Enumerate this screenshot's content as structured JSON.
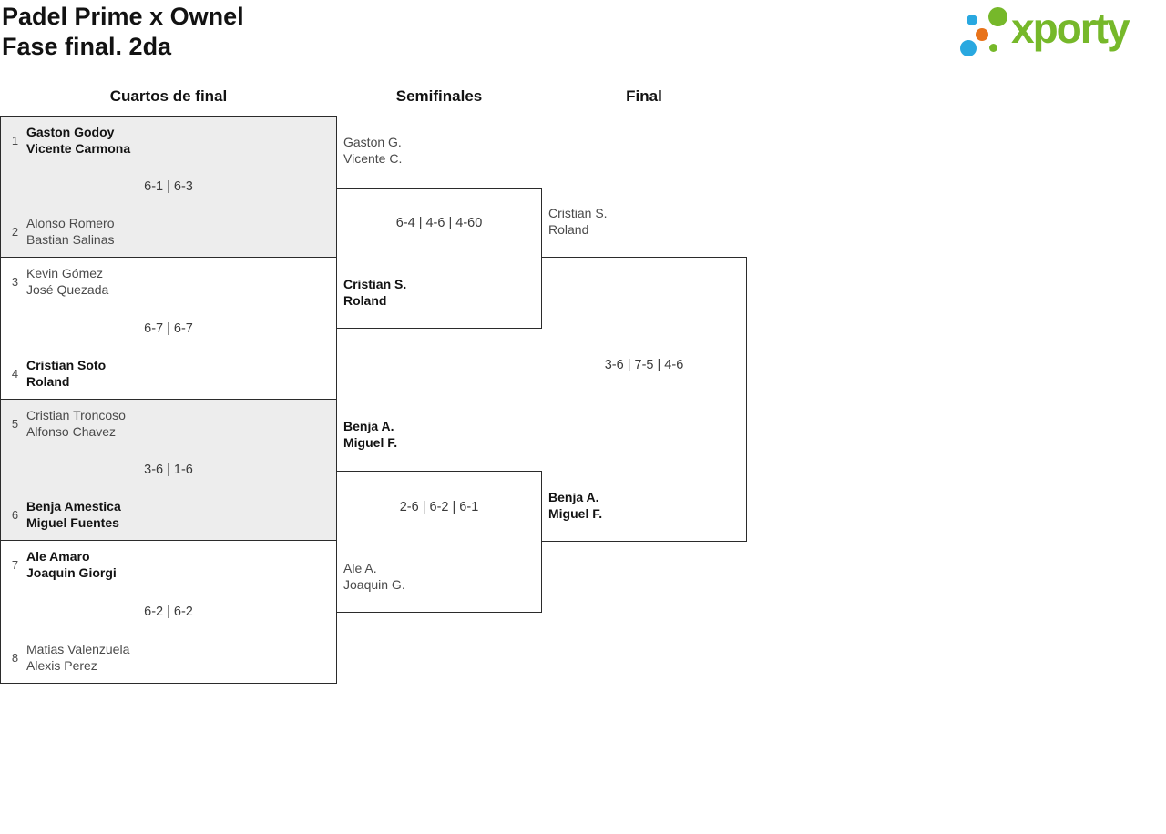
{
  "page": {
    "title_line1": "Padel Prime x Ownel",
    "title_line2": "Fase final. 2da"
  },
  "logo": {
    "text": "xporty",
    "green": "#76b82a",
    "blue": "#29a8e0",
    "orange": "#e8731a"
  },
  "rounds": {
    "r1": "Cuartos de final",
    "r2": "Semifinales",
    "r3": "Final"
  },
  "quarterfinals": [
    {
      "seed_top": "1",
      "top1": "Gaston Godoy",
      "top2": "Vicente Carmona",
      "top_winner": true,
      "score": "6-1 | 6-3",
      "seed_bottom": "2",
      "bottom1": "Alonso Romero",
      "bottom2": "Bastian Salinas",
      "bottom_winner": false
    },
    {
      "seed_top": "3",
      "top1": "Kevin Gómez",
      "top2": "José Quezada",
      "top_winner": false,
      "score": "6-7 | 6-7",
      "seed_bottom": "4",
      "bottom1": "Cristian Soto",
      "bottom2": "Roland",
      "bottom_winner": true
    },
    {
      "seed_top": "5",
      "top1": "Cristian Troncoso",
      "top2": "Alfonso Chavez",
      "top_winner": false,
      "score": "3-6 | 1-6",
      "seed_bottom": "6",
      "bottom1": "Benja Amestica",
      "bottom2": "Miguel Fuentes",
      "bottom_winner": true
    },
    {
      "seed_top": "7",
      "top1": "Ale Amaro",
      "top2": "Joaquin Giorgi",
      "top_winner": true,
      "score": "6-2 | 6-2",
      "seed_bottom": "8",
      "bottom1": "Matias Valenzuela",
      "bottom2": "Alexis Perez",
      "bottom_winner": false
    }
  ],
  "semifinals": [
    {
      "top1": "Gaston G.",
      "top2": "Vicente C.",
      "top_winner": false,
      "score": "6-4 | 4-6 | 4-60",
      "bottom1": "Cristian S.",
      "bottom2": "Roland",
      "bottom_winner": true
    },
    {
      "top1": "Benja A.",
      "top2": "Miguel F.",
      "top_winner": true,
      "score": "2-6 | 6-2 | 6-1",
      "bottom1": "Ale A.",
      "bottom2": "Joaquin G.",
      "bottom_winner": false
    }
  ],
  "final": {
    "top1": "Cristian S.",
    "top2": "Roland",
    "top_winner": false,
    "score": "3-6 | 7-5 | 4-6",
    "bottom1": "Benja A.",
    "bottom2": "Miguel F.",
    "bottom_winner": true
  }
}
